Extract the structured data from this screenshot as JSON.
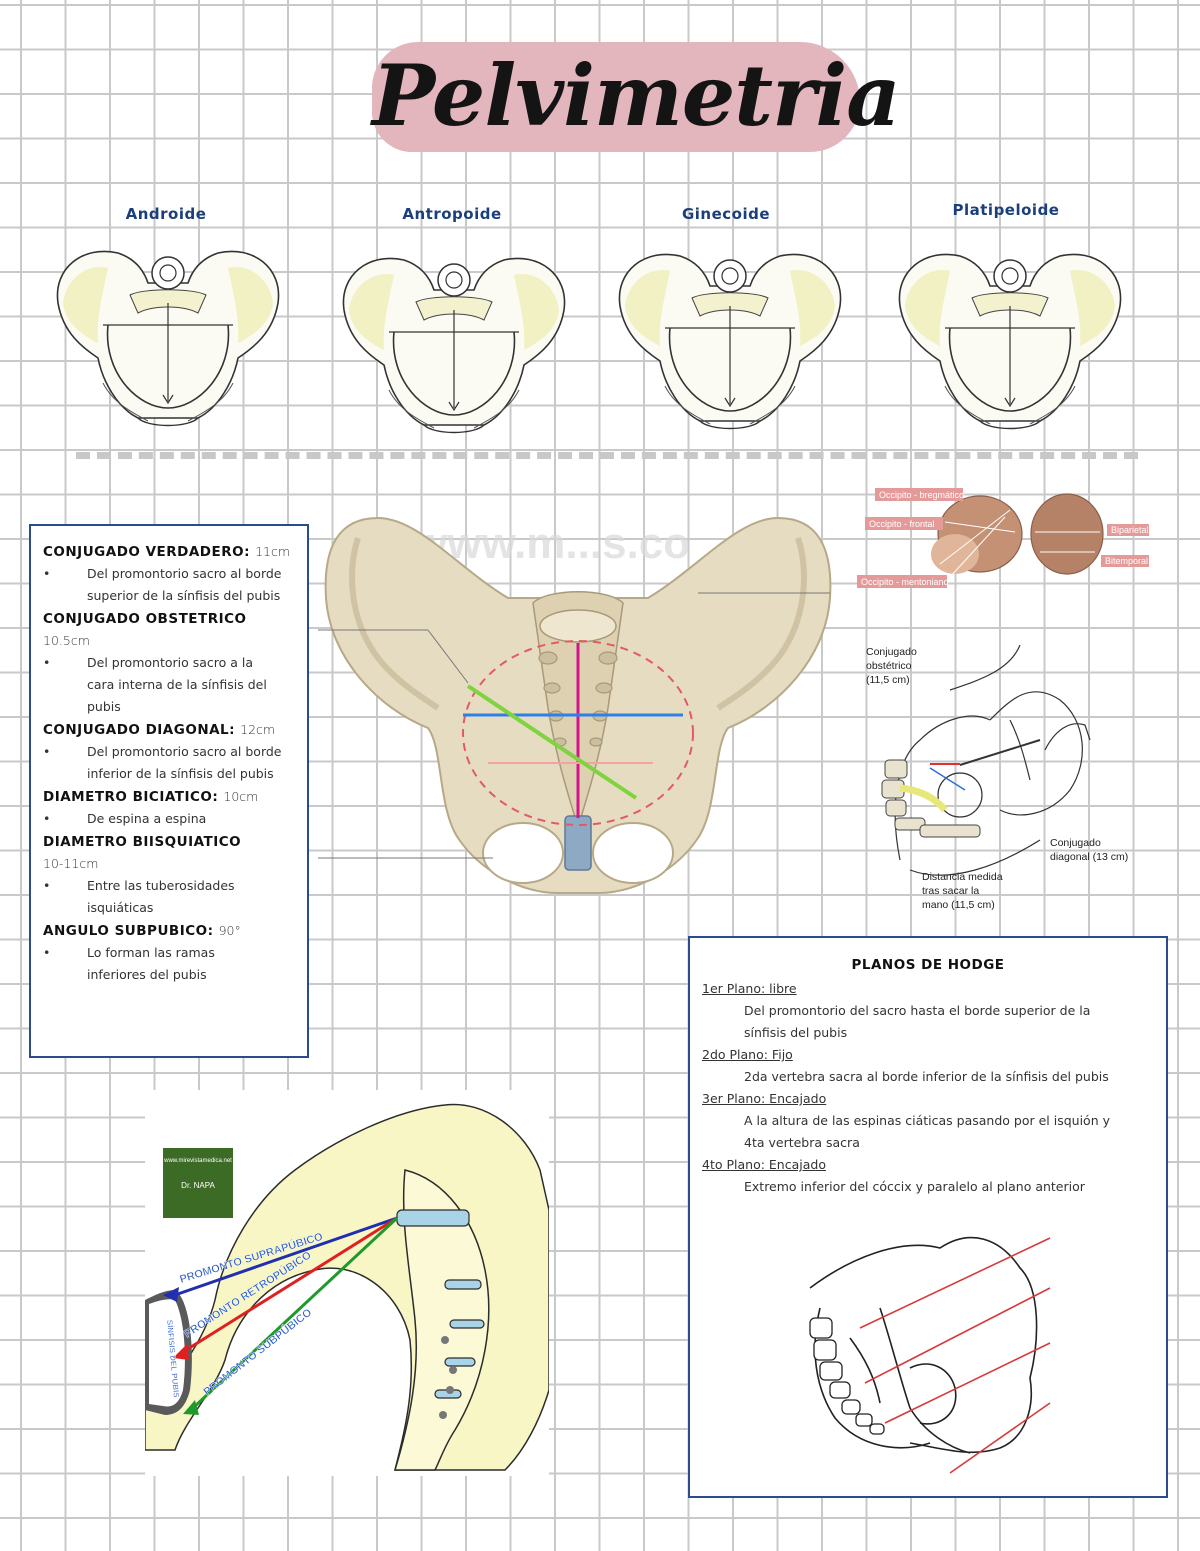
{
  "title": "Pelvimetria",
  "pelvis_types": [
    "Androide",
    "Antropoide",
    "Ginecoide",
    "Platipeloide"
  ],
  "watermark": "www.m...s.co",
  "head_diagram": {
    "labels": [
      "Occipito - bregmático",
      "Occipito - frontal",
      "Occipito - mentoniano",
      "Biparietal",
      "Bitemporal"
    ]
  },
  "exam_diagram": {
    "obstetrico": [
      "Conjugado",
      "obstétrico",
      "(11,5 cm)"
    ],
    "diagonal": [
      "Conjugado",
      "diagonal (13 cm)"
    ],
    "distancia": [
      "Distancia medida",
      "tras sacar la",
      "mano (11,5 cm)"
    ]
  },
  "left_panel": {
    "conj_verdadero": {
      "title": "CONJUGADO VERDADERO:",
      "value": "11cm",
      "bullet": [
        "Del promontorio sacro al borde",
        "superior de la sínfisis del pubis"
      ]
    },
    "conj_obstetrico": {
      "title": "CONJUGADO OBSTETRICO",
      "value": "10.5cm",
      "bullet": [
        "Del promontorio sacro a la",
        "cara interna de la sínfisis del",
        "pubis"
      ]
    },
    "conj_diagonal": {
      "title": "CONJUGADO DIAGONAL:",
      "value": "12cm",
      "bullet": [
        "Del promontorio sacro al borde",
        "inferior de la sínfisis del pubis"
      ]
    },
    "diam_biciatico": {
      "title": "DIAMETRO BICIATICO:",
      "value": "10cm",
      "bullet": [
        "De espina a espina"
      ]
    },
    "diam_bisquiatico": {
      "title": "DIAMETRO BIISQUIATICO",
      "value": "10-11cm",
      "bullet": [
        "Entre las tuberosidades",
        "isquiáticas"
      ]
    },
    "angulo": {
      "title": "ANGULO SUBPUBICO:",
      "value": "90°",
      "bullet": [
        "Lo forman las ramas",
        "inferiores del pubis"
      ]
    }
  },
  "right_panel": {
    "title": "PLANOS DE HODGE",
    "planes": [
      {
        "name": "1er Plano: libre",
        "desc": [
          "Del promontorio del sacro hasta el borde superior de la",
          "sínfisis del pubis"
        ]
      },
      {
        "name": "2do Plano: Fijo",
        "desc": [
          "2da vertebra sacra al borde inferior de la sínfisis del pubis"
        ]
      },
      {
        "name": "3er Plano: Encajado",
        "desc": [
          "A la altura de las espinas ciáticas pasando por el isquión y",
          "4ta vertebra sacra"
        ]
      },
      {
        "name": "4to Plano: Encajado",
        "desc": [
          "Extremo inferior del cóccix y paralelo al plano anterior"
        ]
      }
    ]
  },
  "sagittal": {
    "badge_url": "www.mirevistamedica.net",
    "badge_name": "Dr. NAPA",
    "supra": "PROMONTO SUPRAPÚBICO",
    "retro": "PROMONTO RETROPÚBICO",
    "sub": "PROMONTO SUBPÚBICO",
    "pubis": "SÍNFISIS DEL PUBIS"
  },
  "colors": {
    "title_blob": "#e3b5bd",
    "label_blue": "#1b3f7a",
    "panel_border": "#2a4b8c",
    "bone": "#e6dcc2",
    "arrow_supra": "#1f2fb0",
    "arrow_retro": "#e02020",
    "arrow_sub": "#1f9a2a",
    "line_magenta": "#d4148b",
    "line_blue": "#2f7fe8",
    "line_green": "#7ed33e"
  }
}
